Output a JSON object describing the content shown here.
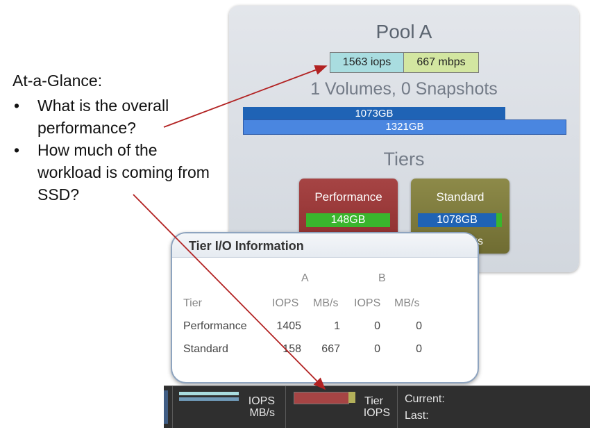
{
  "callout": {
    "title": "At-a-Glance:",
    "bullet": "•",
    "questions": [
      "What is the overall performance?",
      "How much of the workload is coming from SSD?"
    ]
  },
  "pool": {
    "title": "Pool A",
    "iops": "1563 iops",
    "mbps": "667 mbps",
    "summary": "1 Volumes, 0 Snapshots",
    "capacity_used": "1073GB",
    "capacity_total": "1321GB",
    "tiers_heading": "Tiers",
    "tiers": [
      {
        "name": "Performance",
        "capacity": "148GB",
        "color": "#a64444"
      },
      {
        "name": "Standard",
        "capacity": "1078GB",
        "more": "ks",
        "color": "#8d8a49"
      }
    ]
  },
  "tier_io": {
    "title": "Tier I/O Information",
    "groups": [
      "A",
      "B"
    ],
    "columns": [
      "Tier",
      "IOPS",
      "MB/s",
      "IOPS",
      "MB/s"
    ],
    "rows": [
      {
        "tier": "Performance",
        "a_iops": "1405",
        "a_mbs": "1",
        "b_iops": "0",
        "b_mbs": "0"
      },
      {
        "tier": "Standard",
        "a_iops": "158",
        "a_mbs": "667",
        "b_iops": "0",
        "b_mbs": "0"
      }
    ]
  },
  "statusbar": {
    "iops_label": "IOPS",
    "mbs_label": "MB/s",
    "tier_label": "Tier",
    "tier_iops_label": "IOPS",
    "current_label": "Current:",
    "last_label": "Last:"
  },
  "colors": {
    "arrow": "#b22222",
    "iops_badge": "#a9dde0",
    "mbps_badge": "#d3e6a1",
    "used_bar": "#1f63b5",
    "total_bar": "#4a86e0",
    "ssd_green": "#3ab52d"
  }
}
